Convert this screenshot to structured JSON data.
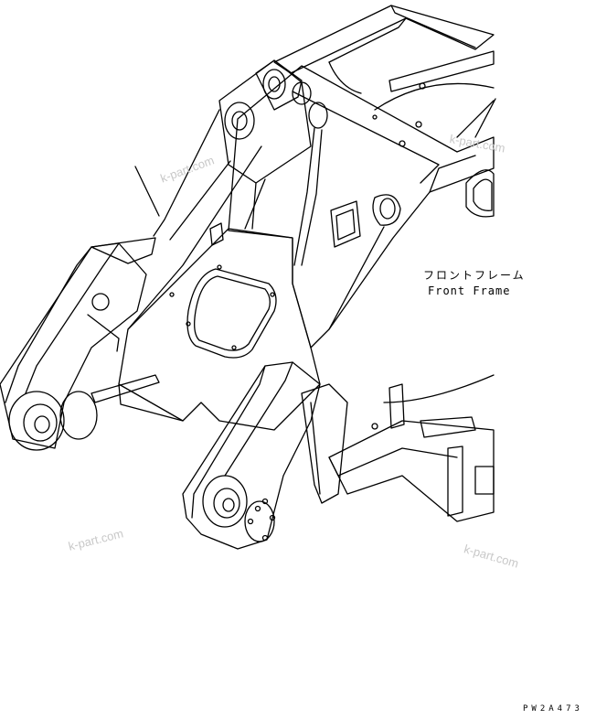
{
  "diagram": {
    "part_label_jp": "フロントフレーム",
    "part_label_en": "Front Frame",
    "drawing_code": "PW2A473",
    "watermarks": [
      "k-part.com",
      "k-part.com",
      "k-part.com",
      "k-part.com"
    ],
    "line_color": "#000000",
    "watermark_color": "#c8c8c8"
  }
}
